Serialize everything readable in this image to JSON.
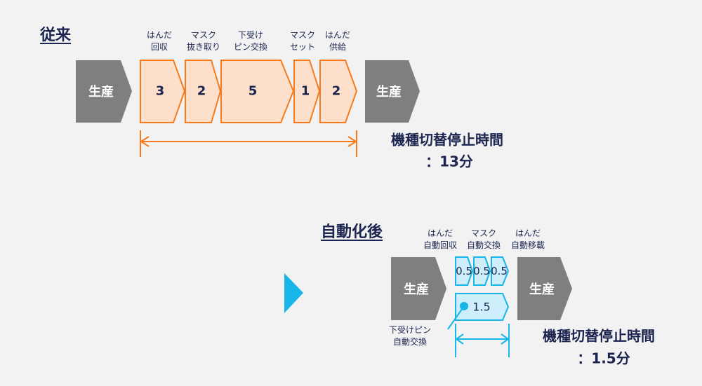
{
  "colors": {
    "navy": "#1c2450",
    "gray": "#7f7f7f",
    "orange": "#f97a1a",
    "orange_fill": "#fde0cb",
    "cyan": "#17b5e8",
    "cyan_fill": "#cdeefa"
  },
  "before": {
    "title": "従来",
    "production": "生産",
    "steps": [
      {
        "label1": "はんだ",
        "label2": "回収",
        "value": "3"
      },
      {
        "label1": "マスク",
        "label2": "抜き取り",
        "value": "2"
      },
      {
        "label1": "下受け",
        "label2": "ピン交換",
        "value": "5"
      },
      {
        "label1": "マスク",
        "label2": "セット",
        "value": "1"
      },
      {
        "label1": "はんだ",
        "label2": "供給",
        "value": "2"
      }
    ],
    "stop_label": "機種切替停止時間",
    "stop_value": "：13分"
  },
  "after": {
    "title": "自動化後",
    "production": "生産",
    "steps": [
      {
        "label1": "はんだ",
        "label2": "自動回収",
        "value": "0.5"
      },
      {
        "label1": "マスク",
        "label2": "自動交換",
        "value": "0.5"
      },
      {
        "label1": "はんだ",
        "label2": "自動移載",
        "value": "0.5"
      }
    ],
    "parallel": {
      "value": "1.5",
      "label1": "下受けピン",
      "label2": "自動交換"
    },
    "stop_label": "機種切替停止時間",
    "stop_value": "：1.5分"
  }
}
